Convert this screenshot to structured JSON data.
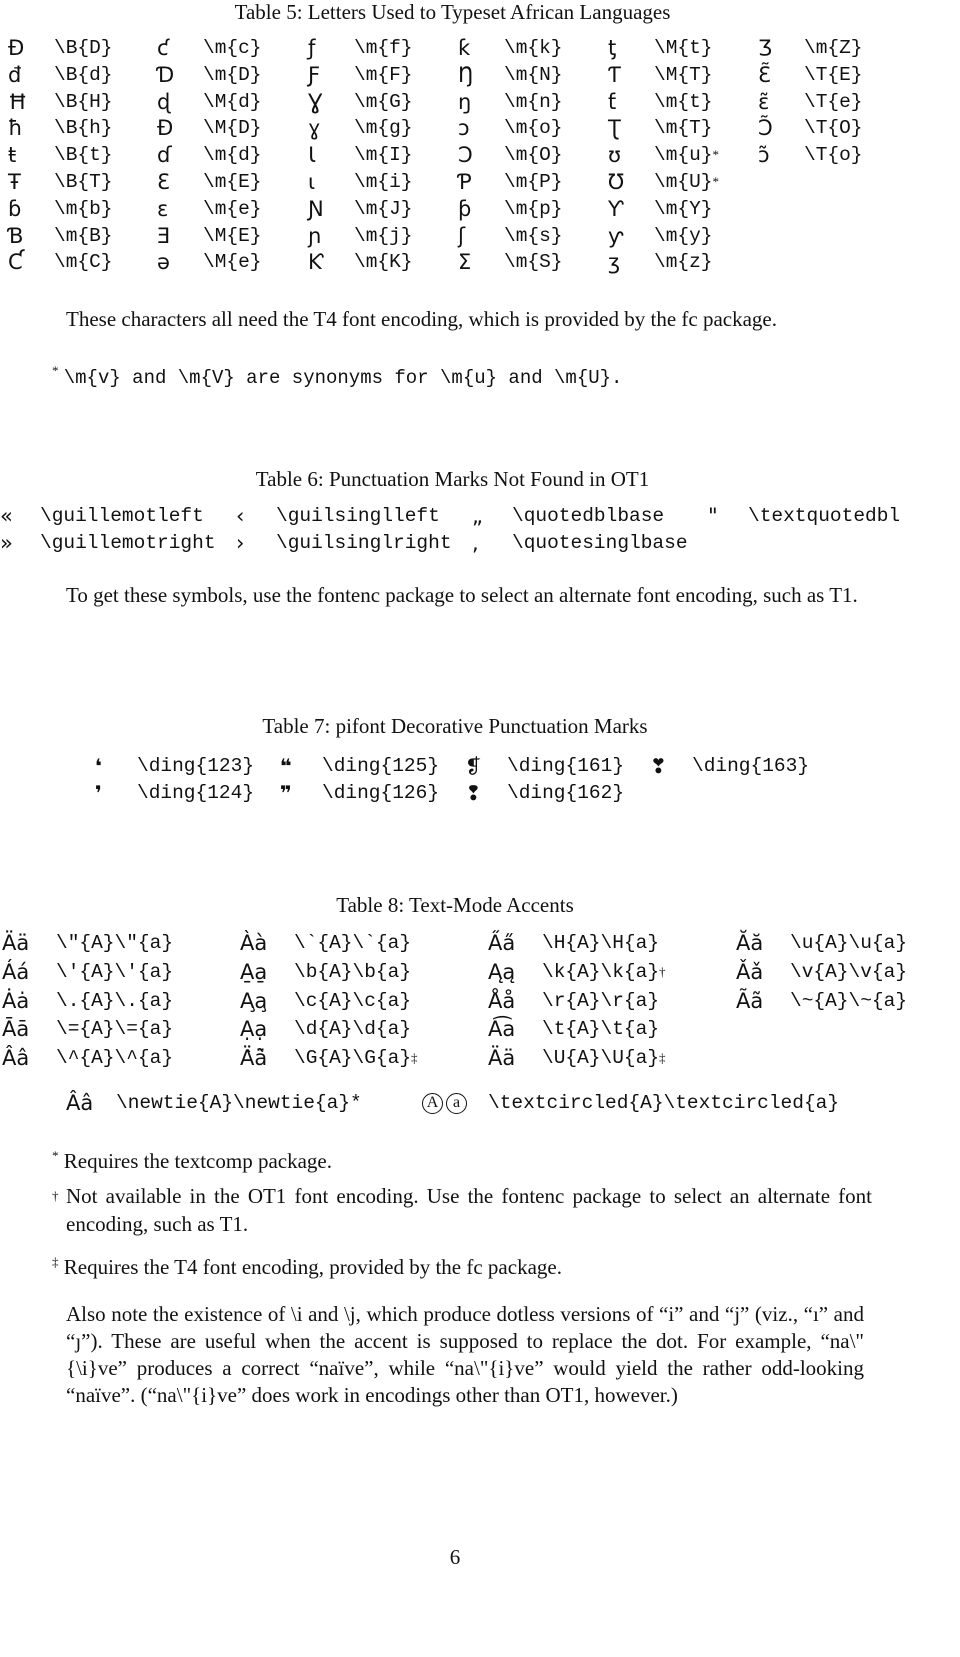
{
  "table5": {
    "caption": "Table 5: Letters Used to Typeset African Languages",
    "columns": [
      [
        [
          "Đ",
          "\\B{D}"
        ],
        [
          "đ",
          "\\B{d}"
        ],
        [
          "Ħ",
          "\\B{H}"
        ],
        [
          "ħ",
          "\\B{h}"
        ],
        [
          "ŧ",
          "\\B{t}"
        ],
        [
          "Ŧ",
          "\\B{T}"
        ],
        [
          "ɓ",
          "\\m{b}"
        ],
        [
          "Ɓ",
          "\\m{B}"
        ],
        [
          "Ƈ",
          "\\m{C}"
        ]
      ],
      [
        [
          "ƈ",
          "\\m{c}"
        ],
        [
          "Ɗ",
          "\\m{D}"
        ],
        [
          "ɖ",
          "\\M{d}"
        ],
        [
          "Ɖ",
          "\\M{D}"
        ],
        [
          "ɗ",
          "\\m{d}"
        ],
        [
          "Ɛ",
          "\\m{E}"
        ],
        [
          "ɛ",
          "\\m{e}"
        ],
        [
          "Ǝ",
          "\\M{E}"
        ],
        [
          "ə",
          "\\M{e}"
        ]
      ],
      [
        [
          "ƒ",
          "\\m{f}"
        ],
        [
          "Ƒ",
          "\\m{F}"
        ],
        [
          "Ɣ",
          "\\m{G}"
        ],
        [
          "ɣ",
          "\\m{g}"
        ],
        [
          "Ɩ",
          "\\m{I}"
        ],
        [
          "ɩ",
          "\\m{i}"
        ],
        [
          "Ɲ",
          "\\m{J}"
        ],
        [
          "ɲ",
          "\\m{j}"
        ],
        [
          "Ƙ",
          "\\m{K}"
        ]
      ],
      [
        [
          "ƙ",
          "\\m{k}"
        ],
        [
          "Ŋ",
          "\\m{N}"
        ],
        [
          "ŋ",
          "\\m{n}"
        ],
        [
          "ɔ",
          "\\m{o}"
        ],
        [
          "Ɔ",
          "\\m{O}"
        ],
        [
          "Ƥ",
          "\\m{P}"
        ],
        [
          "ƥ",
          "\\m{p}"
        ],
        [
          "ʃ",
          "\\m{s}"
        ],
        [
          "Ʃ",
          "\\m{S}"
        ]
      ],
      [
        [
          "ƫ",
          "\\M{t}"
        ],
        [
          "Ƭ",
          "\\M{T}"
        ],
        [
          "ƭ",
          "\\m{t}"
        ],
        [
          "Ʈ",
          "\\m{T}"
        ],
        [
          "ʊ",
          "\\m{u}*"
        ],
        [
          "Ʊ",
          "\\m{U}*"
        ],
        [
          "Ƴ",
          "\\m{Y}"
        ],
        [
          "ƴ",
          "\\m{y}"
        ],
        [
          "ʒ",
          "\\m{z}"
        ]
      ],
      [
        [
          "Ʒ",
          "\\m{Z}"
        ],
        [
          "Ɛ̃",
          "\\T{E}"
        ],
        [
          "ɛ̃",
          "\\T{e}"
        ],
        [
          "Ɔ̃",
          "\\T{O}"
        ],
        [
          "ɔ̃",
          "\\T{o}"
        ]
      ]
    ],
    "note": "These characters all need the T4 font encoding, which is provided by the fc package.",
    "footnote_mark": "*",
    "footnote": "\\m{v} and \\m{V} are synonyms for \\m{u} and \\m{U}."
  },
  "table6": {
    "caption": "Table 6: Punctuation Marks Not Found in OT1",
    "row1": [
      [
        "«",
        "\\guillemotleft"
      ],
      [
        "‹",
        "\\guilsinglleft"
      ],
      [
        "„",
        "\\quotedblbase"
      ],
      [
        "\"",
        "\\textquotedbl"
      ]
    ],
    "row2": [
      [
        "»",
        "\\guillemotright"
      ],
      [
        "›",
        "\\guilsinglright"
      ],
      [
        ",",
        "\\quotesinglbase"
      ]
    ],
    "note": "To get these symbols, use the fontenc package to select an alternate font encoding, such as T1."
  },
  "table7": {
    "caption": "Table 7: pifont Decorative Punctuation Marks",
    "row1": [
      [
        "❛",
        "\\ding{123}"
      ],
      [
        "❝",
        "\\ding{125}"
      ],
      [
        "❡",
        "\\ding{161}"
      ],
      [
        "❣",
        "\\ding{163}"
      ]
    ],
    "row2": [
      [
        "❜",
        "\\ding{124}"
      ],
      [
        "❞",
        "\\ding{126}"
      ],
      [
        "❢",
        "\\ding{162}"
      ]
    ]
  },
  "table8": {
    "caption": "Table 8: Text-Mode Accents",
    "columns": [
      [
        [
          "Ää",
          "\\\"{A}\\\"{a}"
        ],
        [
          "Áá",
          "\\'{A}\\'{a}"
        ],
        [
          "Ȧȧ",
          "\\.{A}\\.{a}"
        ],
        [
          "Āā",
          "\\={A}\\={a}"
        ],
        [
          "Ââ",
          "\\^{A}\\^{a}"
        ]
      ],
      [
        [
          "Àà",
          "\\`{A}\\`{a}"
        ],
        [
          "A̱a̱",
          "\\b{A}\\b{a}"
        ],
        [
          "A̧a̧",
          "\\c{A}\\c{a}"
        ],
        [
          "Ạạ",
          "\\d{A}\\d{a}"
        ],
        [
          "Ä̀ä̀",
          "\\G{A}\\G{a}‡"
        ]
      ],
      [
        [
          "A̋a̋",
          "\\H{A}\\H{a}"
        ],
        [
          "Ąą",
          "\\k{A}\\k{a}†"
        ],
        [
          "Åå",
          "\\r{A}\\r{a}"
        ],
        [
          "A͡a",
          "\\t{A}\\t{a}"
        ],
        [
          "Ää",
          "\\U{A}\\U{a}‡"
        ]
      ],
      [
        [
          "Ăă",
          "\\u{A}\\u{a}"
        ],
        [
          "Ǎǎ",
          "\\v{A}\\v{a}"
        ],
        [
          "Ãã",
          "\\~{A}\\~{a}"
        ]
      ]
    ],
    "extra1_sym": "Ââ",
    "extra1_cmd": "\\newtie{A}\\newtie{a}*",
    "extra2_letters": [
      "A",
      "a"
    ],
    "extra2_cmd": "\\textcircled{A}\\textcircled{a}",
    "fn1_mark": "*",
    "fn1": "Requires the textcomp package.",
    "fn2_mark": "†",
    "fn2": "Not available in the OT1 font encoding. Use the fontenc package to select an alternate font encoding, such as T1.",
    "fn3_mark": "‡",
    "fn3": "Requires the T4 font encoding, provided by the fc package."
  },
  "paragraph": "Also note the existence of \\i and \\j, which produce dotless versions of “i” and “j” (viz., “ı” and “ȷ”). These are useful when the accent is supposed to replace the dot. For example, “na\\\"{\\i}ve” produces a correct “naïve”, while “na\\\"{i}ve” would yield the rather odd-looking “naïve”. (“na\\\"{i}ve” does work in encodings other than OT1, however.)",
  "page_number": "6"
}
